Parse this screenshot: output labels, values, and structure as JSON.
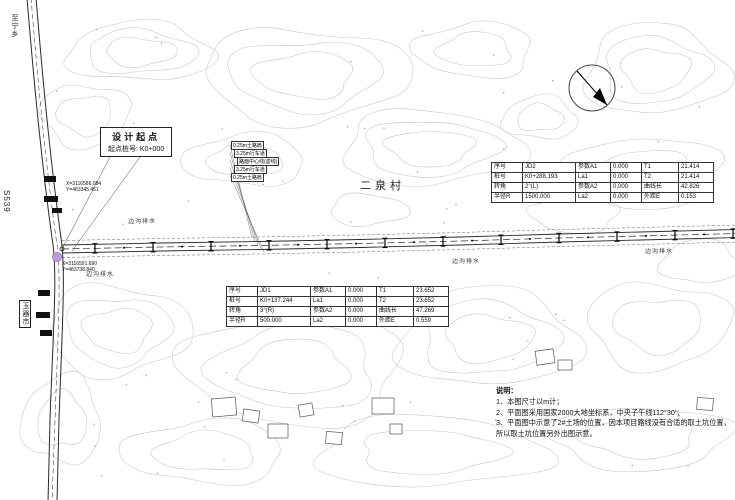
{
  "drawing": {
    "colors": {
      "line": "#2a2a2a",
      "contour": "#c6c6c6",
      "node_purple": "#b79fd6",
      "node_purple_stroke": "#8e6fc0"
    },
    "callout": {
      "title": "设计起点",
      "station": "起点桩号: K0+000"
    },
    "village_label": "二泉村",
    "road_label_s539": "S539",
    "dest_top": "至宁乡",
    "dest_left_box": "玉器市",
    "drain_labels": [
      "边沟排水",
      "边沟排水",
      "边沟排水",
      "边沟排水"
    ],
    "section_labels": [
      "0.25m土路肩",
      "3.25m行车道",
      "路面中心线(虚线)",
      "3.25m行车道",
      "0.25m土路肩"
    ],
    "coordinates": {
      "start_x": "X=3116586.084",
      "start_y": "Y=483345.451",
      "point2_x": "X=3116591.690",
      "point2_y": "Y=483738.840"
    },
    "curve_table_jd2": {
      "rows": [
        [
          "序号",
          "JD2",
          "参数A1",
          "0.000",
          "T1",
          "21.414"
        ],
        [
          "桩号",
          "K0+288.193",
          "La1",
          "0.000",
          "T2",
          "21.414"
        ],
        [
          "转角",
          "2°(L)",
          "参数A2",
          "0.000",
          "曲线长",
          "42.826"
        ],
        [
          "半径R",
          "1500.000",
          "La2",
          "0.000",
          "外距E",
          "0.153"
        ]
      ]
    },
    "curve_table_jd1": {
      "rows": [
        [
          "序号",
          "JD1",
          "参数A1",
          "0.000",
          "T1",
          "23.652"
        ],
        [
          "桩号",
          "K0+137.244",
          "La1",
          "0.000",
          "T2",
          "23.652"
        ],
        [
          "转角",
          "3°(R)",
          "参数A2",
          "0.000",
          "曲线长",
          "47.269"
        ],
        [
          "半径R",
          "500.000",
          "La2",
          "0.000",
          "外距E",
          "0.559"
        ]
      ]
    },
    "notes": {
      "title": "说明：",
      "items": [
        "1、本图尺寸以m计；",
        "2、平面图采用国家2000大地坐标系，中央子午线112°30′；",
        "3、平面图中示意了2#土场的位置，因本项目路线没有合适的取土坑位置，所以取土坑位置另外出图示意。"
      ]
    }
  }
}
